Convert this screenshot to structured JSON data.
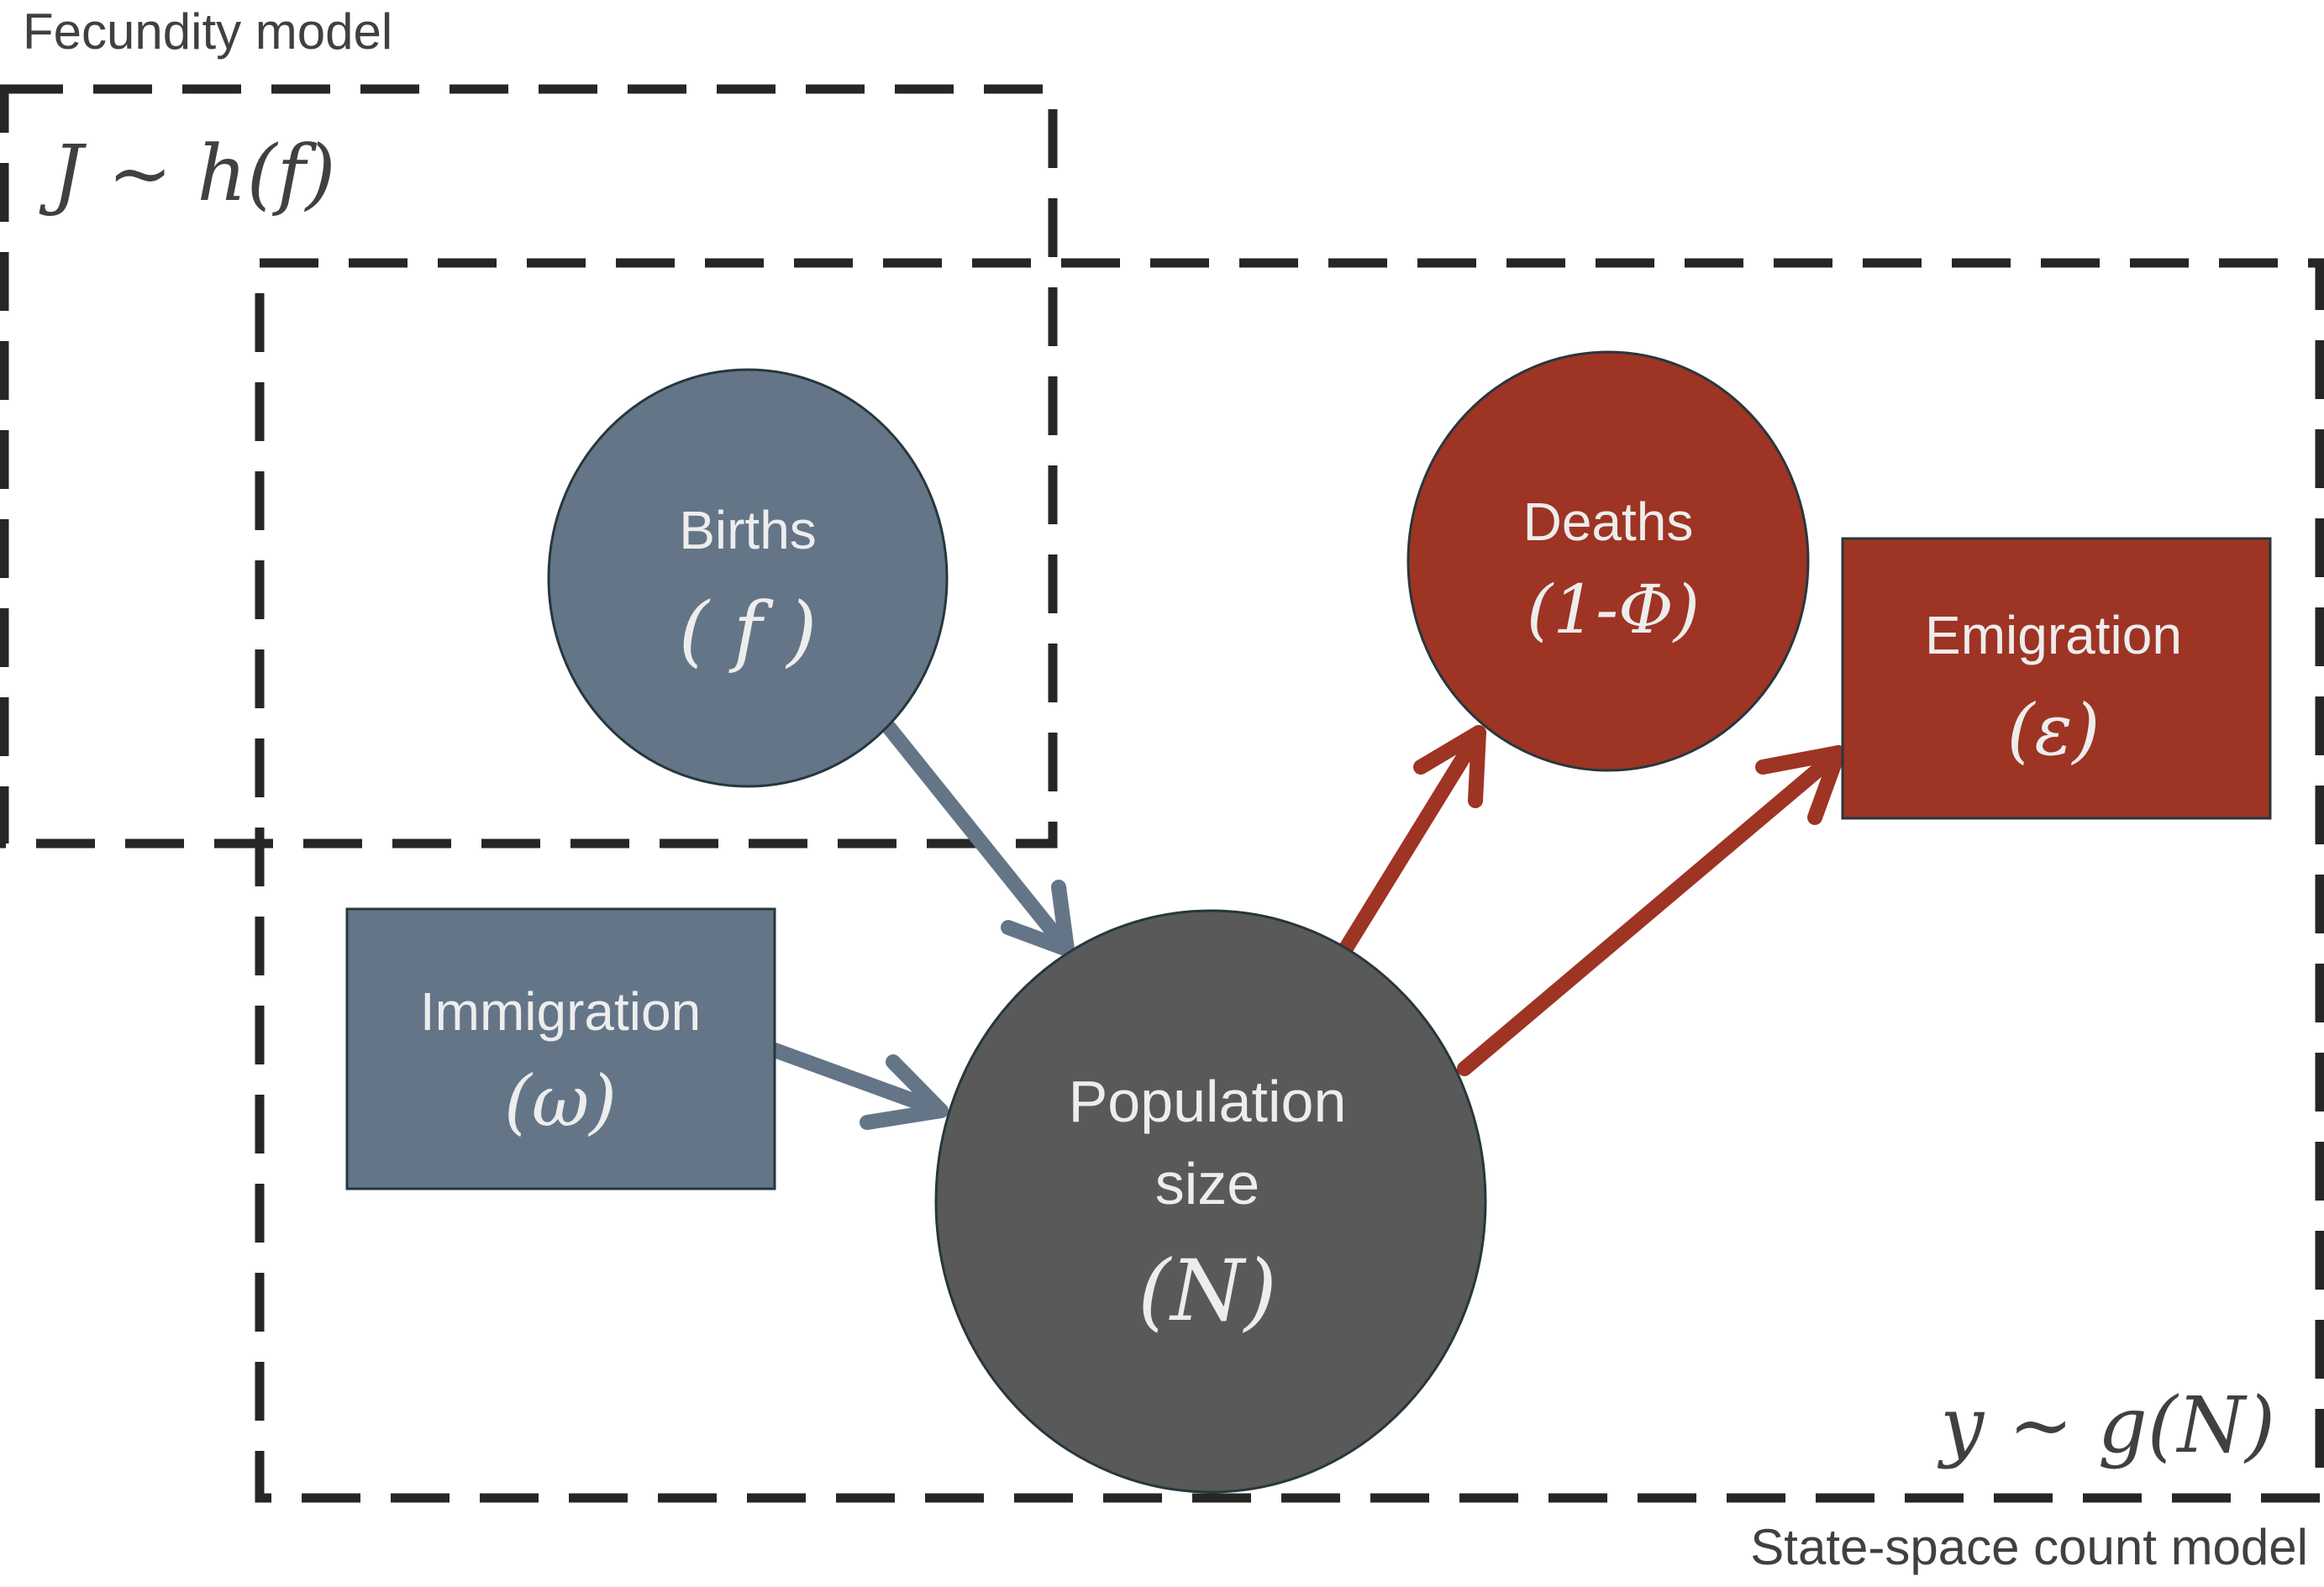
{
  "labels": {
    "fecundity_model": "Fecundity model",
    "state_space_model": "State-space count model",
    "fecundity_formula": "J ~ h(f)",
    "count_formula": "y ~ g(N)"
  },
  "nodes": {
    "births": {
      "label": "Births",
      "symbol": "( f )"
    },
    "immigration": {
      "label": "Immigration",
      "symbol": "(ω)"
    },
    "population": {
      "label_line1": "Population",
      "label_line2": "size",
      "symbol": "(N)"
    },
    "deaths": {
      "label": "Deaths",
      "symbol": "(1-Φ)"
    },
    "emigration": {
      "label": "Emigration",
      "symbol": "(ε)"
    }
  },
  "colors": {
    "slate": "#647588",
    "red": "#9E3423",
    "dark": "#595959",
    "text_light": "#EDEDED",
    "dash": "#262626"
  }
}
